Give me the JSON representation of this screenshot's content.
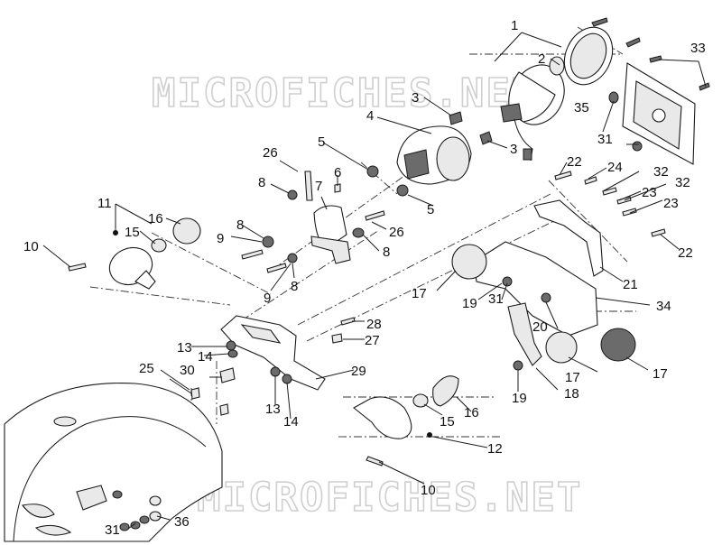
{
  "watermark": "MICROFICHES.NET",
  "labels": {
    "l1": "1",
    "l2": "2",
    "l3a": "3",
    "l3b": "3",
    "l4": "4",
    "l5a": "5",
    "l5b": "5",
    "l6": "6",
    "l7": "7",
    "l8a": "8",
    "l8b": "8",
    "l8c": "8",
    "l8d": "8",
    "l9a": "9",
    "l9b": "9",
    "l10a": "10",
    "l10b": "10",
    "l11": "11",
    "l12": "12",
    "l13a": "13",
    "l13b": "13",
    "l14a": "14",
    "l14b": "14",
    "l15a": "15",
    "l15b": "15",
    "l16a": "16",
    "l16b": "16",
    "l17a": "17",
    "l17b": "17",
    "l17c": "17",
    "l18": "18",
    "l19a": "19",
    "l19b": "19",
    "l20": "20",
    "l21": "21",
    "l22a": "22",
    "l22b": "22",
    "l23a": "23",
    "l23b": "23",
    "l24": "24",
    "l25": "25",
    "l26a": "26",
    "l26b": "26",
    "l27": "27",
    "l28": "28",
    "l29": "29",
    "l30": "30",
    "l31a": "31",
    "l31b": "31",
    "l31c": "31",
    "l32a": "32",
    "l32b": "32",
    "l33": "33",
    "l34": "34",
    "l35": "35",
    "l36": "36"
  },
  "colors": {
    "line": "#1a1a1a",
    "watermark_outline": "#cfcfcf",
    "background": "#ffffff"
  }
}
